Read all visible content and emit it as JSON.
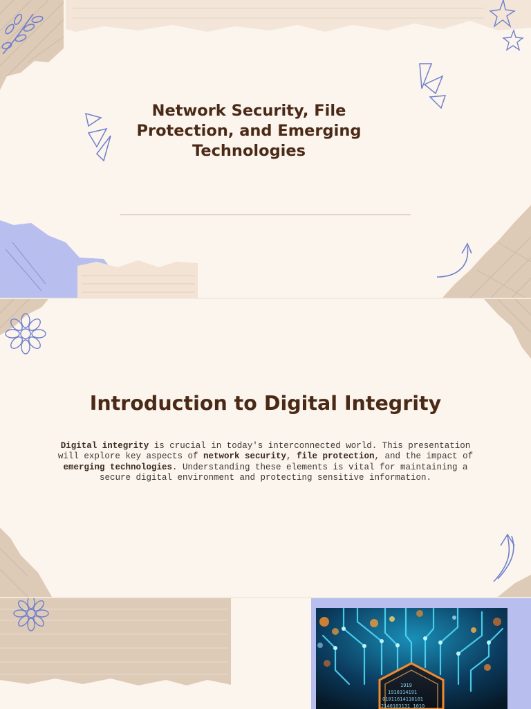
{
  "slide_1": {
    "title": "Network Security, File Protection, and Emerging Technologies"
  },
  "slide_2": {
    "heading": "Introduction to Digital Integrity",
    "body": {
      "t1_bold": "Digital integrity",
      "t2": " is crucial in today's interconnected world. This presentation will explore key aspects of ",
      "t3_bold": "network security",
      "t4": ", ",
      "t5_bold": "file protection",
      "t6": ", and the impact of ",
      "t7_bold": "emerging technologies",
      "t8": ". Understanding these elements is vital for maintaining a secure digital environment and protecting sensitive information."
    }
  },
  "slide_3": {
    "image_icon": "cyber-shield-circuit-image"
  },
  "colors": {
    "background": "#fcf5ee",
    "heading_text": "#4a2a16",
    "body_text": "#3d3530",
    "paper_tan": "#ddcbb8",
    "accent_blue": "#b8bfee",
    "doodle_blue": "#6f7fcc"
  }
}
